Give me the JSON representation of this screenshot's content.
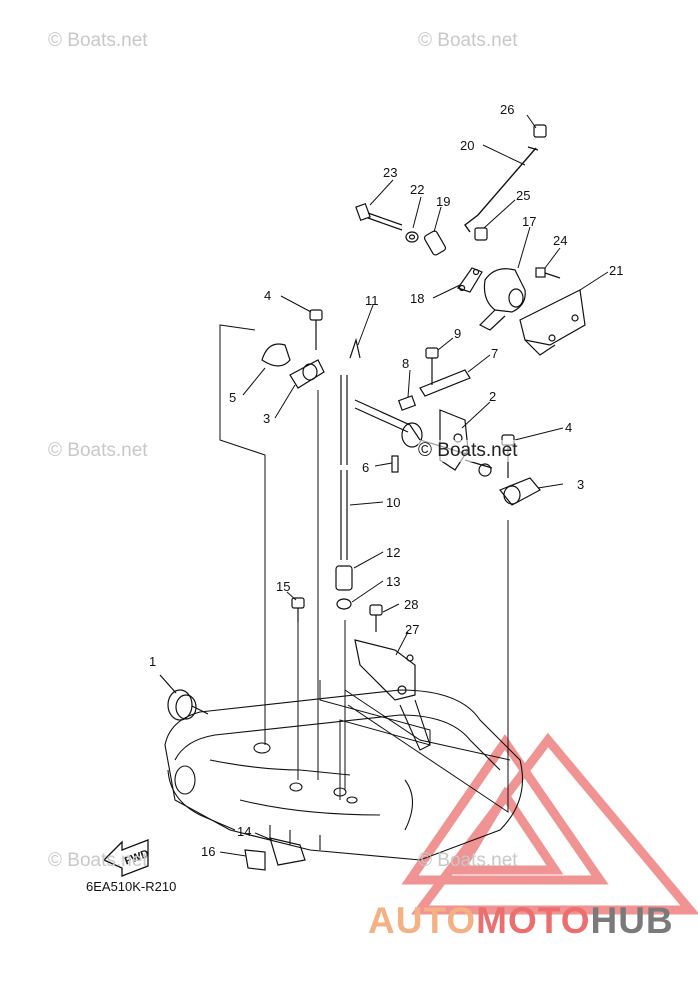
{
  "watermark": {
    "text": "© Boats.net"
  },
  "diagram_code": "6EA510K-R210",
  "fwd_label": "FWD",
  "brand": {
    "part1": "AUTO",
    "part2": "MOTO",
    "part3": "HUB"
  },
  "callouts": [
    "1",
    "2",
    "3",
    "3",
    "4",
    "4",
    "5",
    "6",
    "7",
    "8",
    "9",
    "10",
    "11",
    "12",
    "13",
    "14",
    "15",
    "16",
    "17",
    "18",
    "19",
    "20",
    "21",
    "22",
    "23",
    "24",
    "25",
    "26",
    "27",
    "28"
  ],
  "colors": {
    "line": "#111111",
    "watermark": "#c8c8c8",
    "logo_triangle": "#ec6f6f",
    "logo_orange": "#f4b183",
    "logo_gray": "#7a7a7a"
  }
}
